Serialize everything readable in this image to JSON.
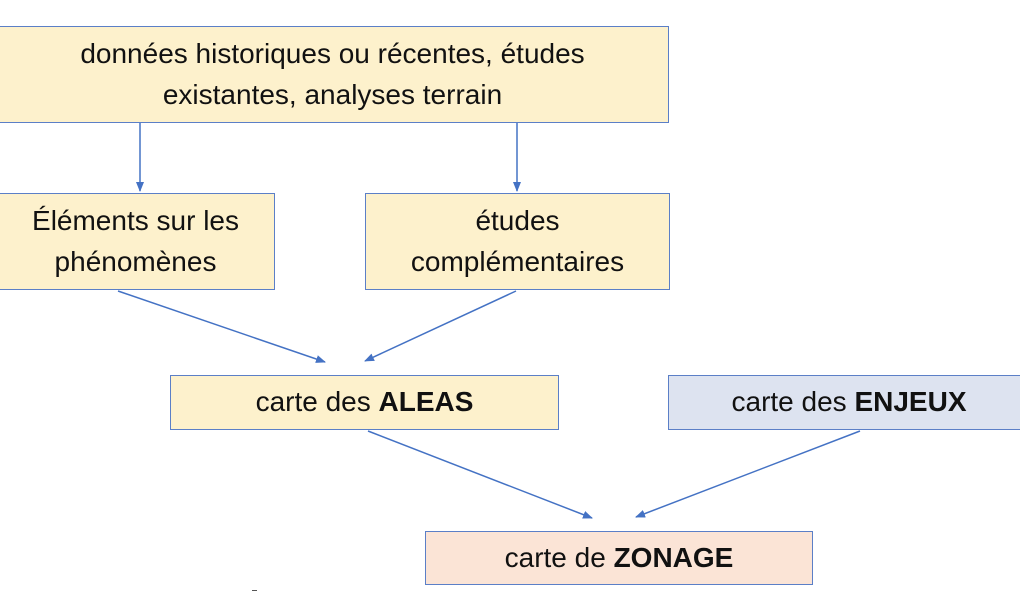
{
  "diagram": {
    "sources": {
      "line1": "données historiques ou récentes, études",
      "line2": "existantes, analyses terrain"
    },
    "elements": {
      "line1": "Éléments sur les",
      "line2": "phénomènes"
    },
    "etudes": {
      "line1": "études",
      "line2": "complémentaires"
    },
    "aleas": {
      "prefix": "carte des ",
      "emphasis": "ALEAS"
    },
    "enjeux": {
      "prefix": "carte des ",
      "emphasis": "ENJEUX"
    },
    "zonage": {
      "prefix": "carte de ",
      "emphasis": "ZONAGE"
    },
    "colors": {
      "yellow_fill": "#fdf1cc",
      "blue_fill": "#dde3f0",
      "pink_fill": "#fbe4d6",
      "border": "#5b7fc7",
      "arrow": "#4472c4"
    }
  }
}
